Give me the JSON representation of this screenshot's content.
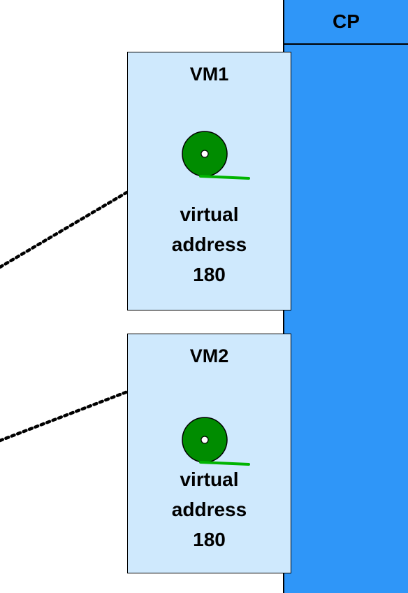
{
  "cp": {
    "title": "CP"
  },
  "vms": [
    {
      "name": "VM1",
      "label_line1": "virtual",
      "label_line2": "address",
      "label_line3": "180"
    },
    {
      "name": "VM2",
      "label_line1": "virtual",
      "label_line2": "address",
      "label_line3": "180"
    }
  ],
  "colors": {
    "cp_background": "#2f96f8",
    "vm_background": "#cfe9fd",
    "reel": "#008c00",
    "reel_tape": "#00b400"
  },
  "icons": [
    "tape-reel-icon"
  ]
}
